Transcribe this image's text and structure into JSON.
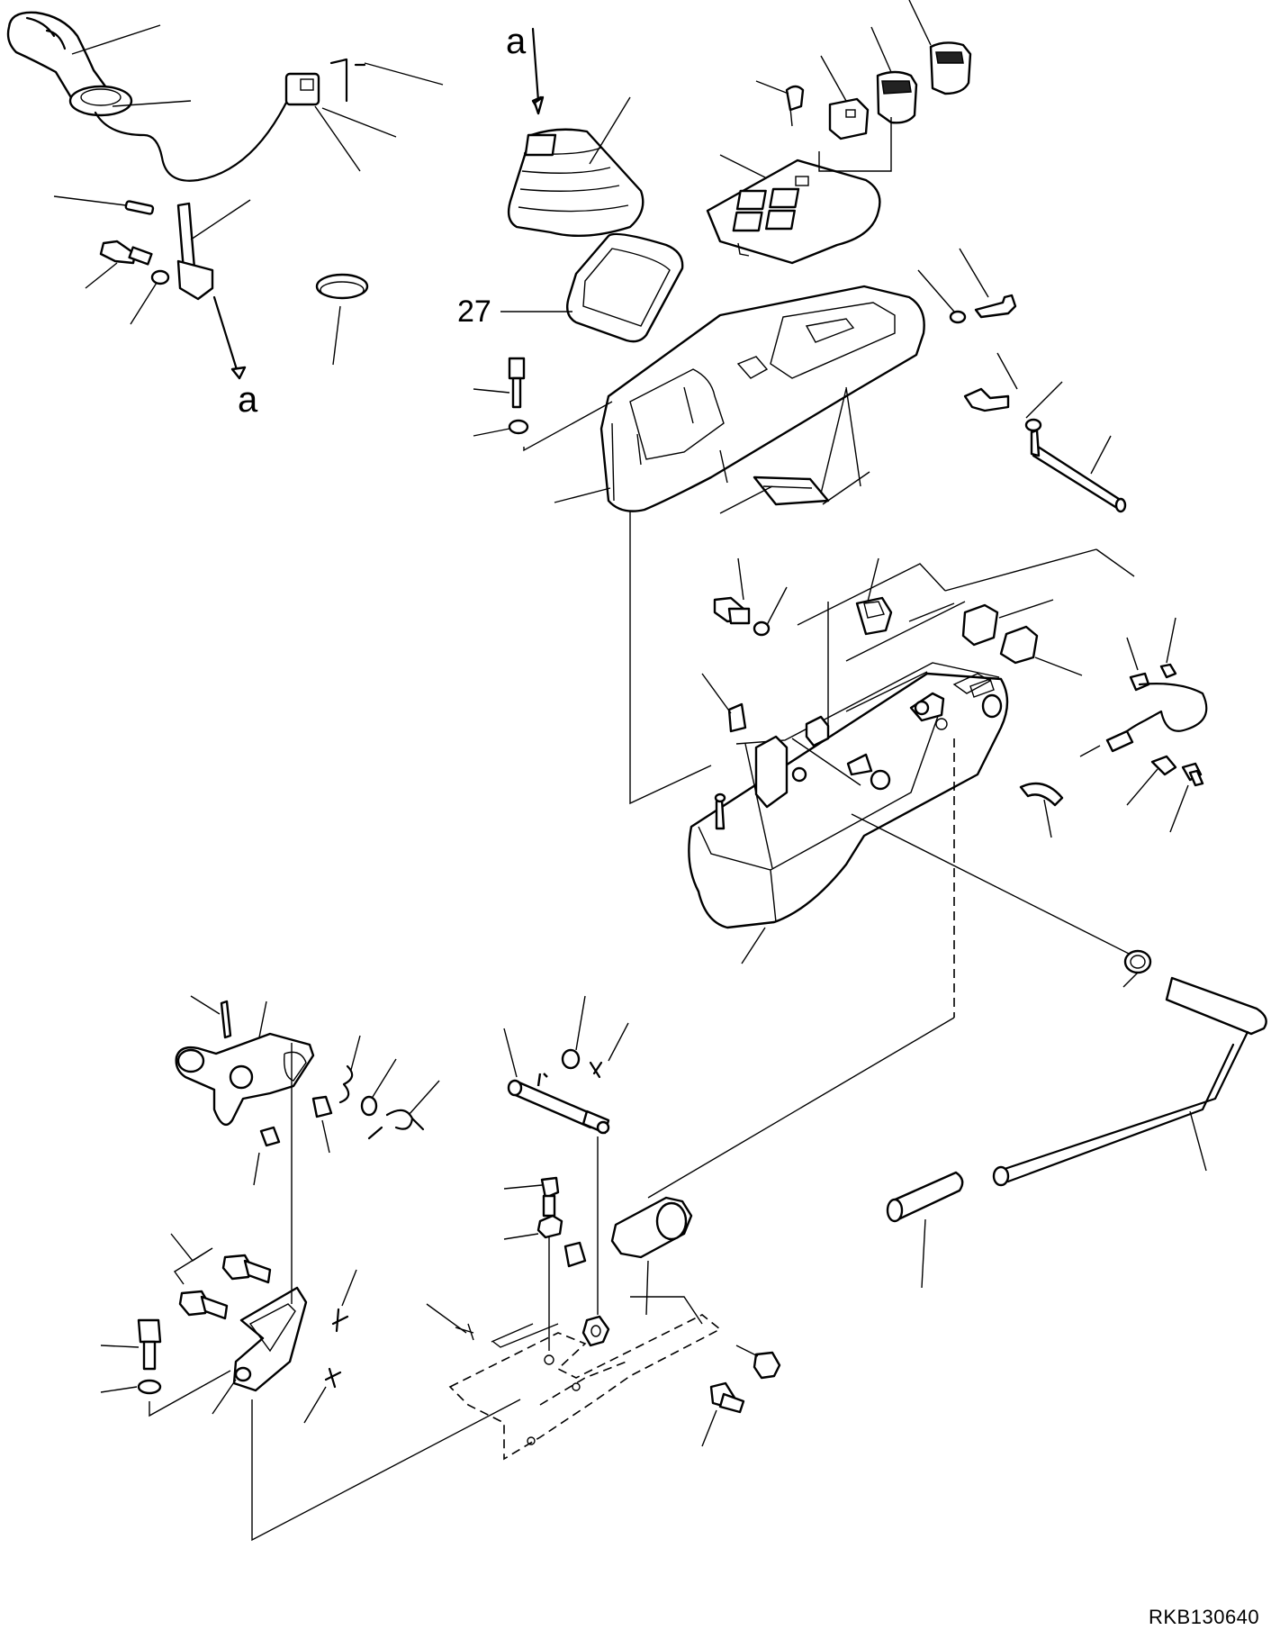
{
  "diagram": {
    "labels": {
      "ref_a_top": "a",
      "ref_a_left": "a",
      "callout_27": "27"
    },
    "drawing_code": "RKB130640"
  }
}
